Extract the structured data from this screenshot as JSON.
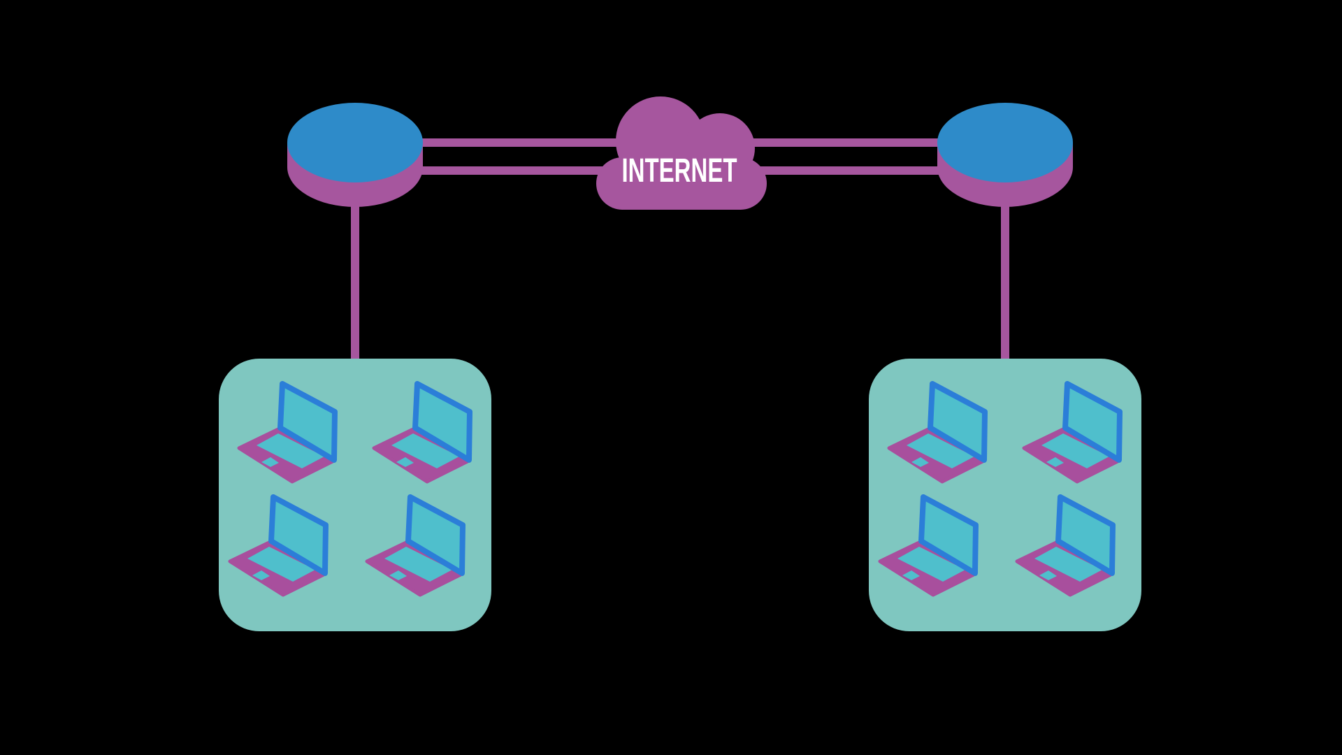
{
  "cloud": {
    "label": "INTERNET"
  },
  "colors": {
    "background": "#000000",
    "purple": "#a6569e",
    "router_blue": "#2e8bc9",
    "lan_teal": "#7fc7c0",
    "laptop_magenta": "#a84f9d",
    "laptop_cyan": "#4fbfcc",
    "laptop_screen_border": "#2b7ed8",
    "label_text": "#ffffff"
  },
  "left_lan": {
    "laptop_count": 4
  },
  "right_lan": {
    "laptop_count": 4
  }
}
